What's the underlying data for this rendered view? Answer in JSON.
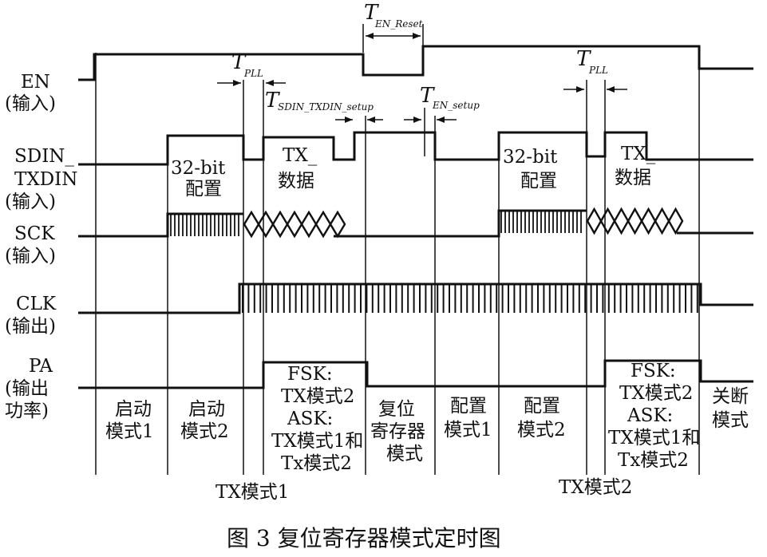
{
  "signals": [
    {
      "name": "EN",
      "dir": "(输入)"
    },
    {
      "name": "SDIN_",
      "name2": "TXDIN",
      "dir": "(输入)"
    },
    {
      "name": "SCK",
      "dir": "(输入)"
    },
    {
      "name": "CLK",
      "dir": "(输出)"
    },
    {
      "name": "PA",
      "dir": "(输出",
      "dir2": "功率)"
    }
  ],
  "timing": {
    "t_en_reset": {
      "main": "T",
      "sub": "EN_Reset"
    },
    "t_pll": {
      "main": "T",
      "sub": "PLL"
    },
    "t_sdin_setup": {
      "main": "T",
      "sub": "SDIN_TXDIN_setup"
    },
    "t_en_setup": {
      "main": "T",
      "sub": "EN_setup"
    }
  },
  "data_labels": {
    "cfg1_a": "32-bit",
    "cfg1_b": "配置",
    "tx1_a": "TX_",
    "tx1_b": "数据",
    "cfg2_a": "32-bit",
    "cfg2_b": "配置",
    "tx2_a": "TX_",
    "tx2_b": "数据"
  },
  "pa_labels": {
    "l1": "FSK:",
    "l2": "TX模式2",
    "l3": "ASK:",
    "l4": "TX模式1和",
    "l5": "Tx模式2"
  },
  "modes": [
    {
      "l1": "启动",
      "l2": "模式1"
    },
    {
      "l1": "启动",
      "l2": "模式2"
    },
    {
      "l1": "复位",
      "l2": "寄存器",
      "l3": "模式"
    },
    {
      "l1": "配置",
      "l2": "模式1"
    },
    {
      "l1": "配置",
      "l2": "模式2"
    },
    {
      "l1": "关断",
      "l2": "模式"
    }
  ],
  "bottom_labels": {
    "tx1": "TX模式1",
    "tx2": "TX模式2"
  },
  "caption": "图 3   复位寄存器模式定时图"
}
